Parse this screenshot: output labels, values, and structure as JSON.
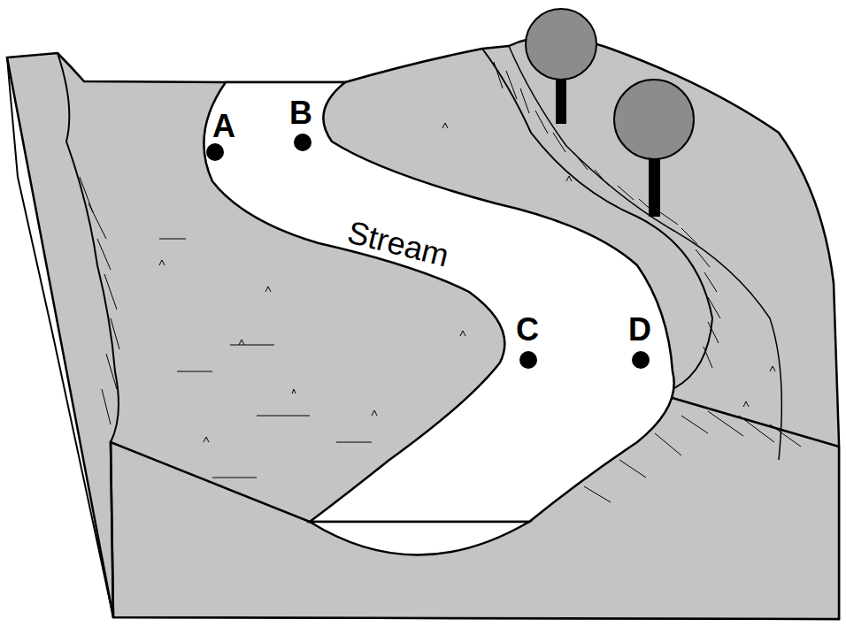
{
  "diagram": {
    "labels": [
      "A",
      "B",
      "C",
      "D",
      "Stream"
    ]
  }
}
